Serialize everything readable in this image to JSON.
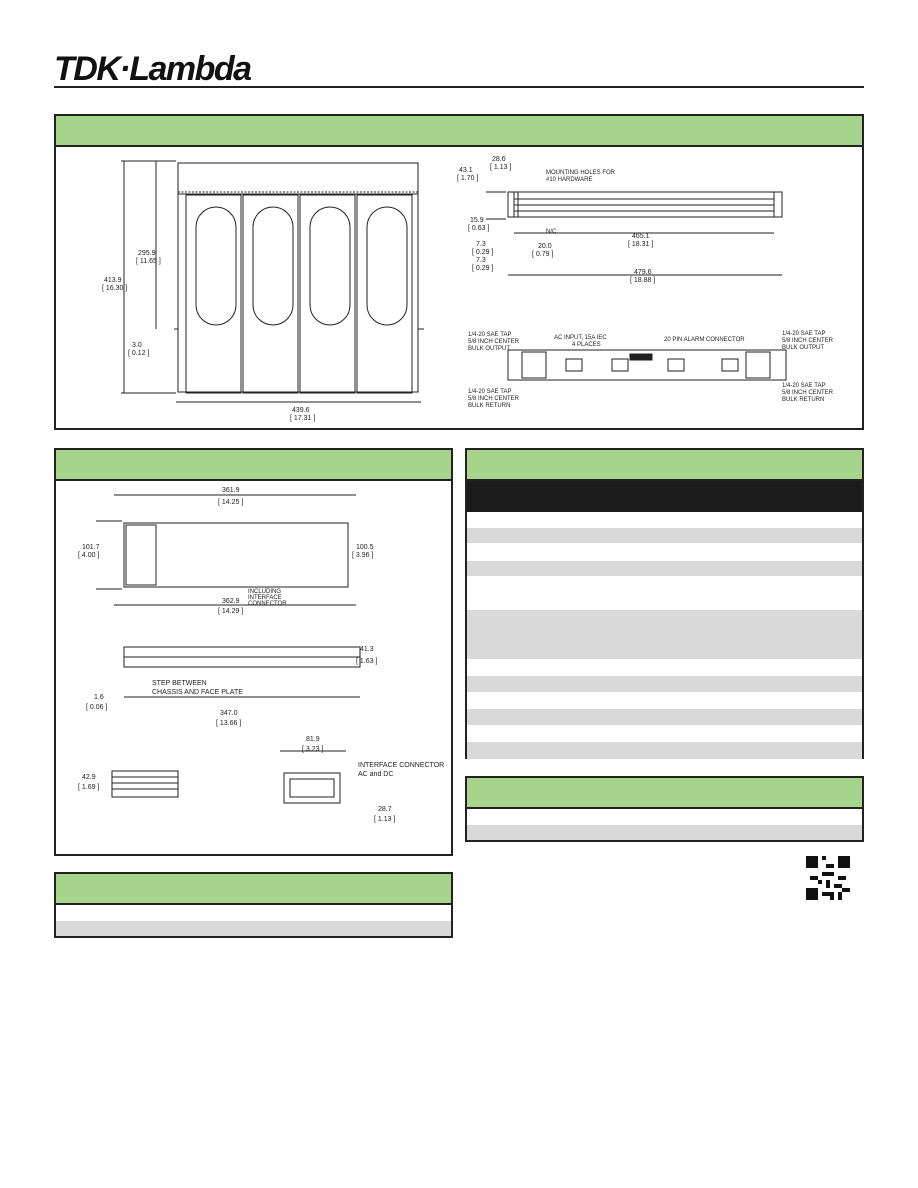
{
  "brand": {
    "logo": "TDK·Lambda"
  },
  "colors": {
    "header_green": "#a5d48a",
    "border": "#222222",
    "row_grey": "#d9d9d9"
  },
  "front_view": {
    "dims": {
      "h_total": "413.9",
      "h_total_in": "[ 16.30 ]",
      "h_inner": "295.9",
      "h_inner_in": "[ 11.65 ]",
      "step": "3.0",
      "step_in": "[ 0.12 ]",
      "width": "439.6",
      "width_in": "[ 17.31 ]"
    }
  },
  "side_view": {
    "dims": {
      "d1": "43.1",
      "d1_in": "[ 1.70 ]",
      "d2": "28.6",
      "d2_in": "[ 1.13 ]",
      "d3": "15.9",
      "d3_in": "[ 0.63 ]",
      "d4": "7.3",
      "d4_in": "[ 0.29 ]",
      "d5": "7.3",
      "d5_in": "[ 0.29 ]",
      "d6": "20.0",
      "d6_in": "[ 0.79 ]",
      "d7": "465.1",
      "d7_in": "[ 18.31 ]",
      "d8": "479.6",
      "d8_in": "[ 18.88 ]"
    },
    "labels": {
      "mounting": "MOUNTING HOLES FOR",
      "mounting2": "#10 HARDWARE",
      "nc": "N/C"
    }
  },
  "rear_view": {
    "labels": {
      "ac_input": "AC INPUT, 15A IEC",
      "ac_input2": "4 PLACES",
      "alarm": "20 PIN ALARM CONNECTOR",
      "tap_out_l1": "1/4-20 SAE TAP",
      "tap_out_l2": "5/8 INCH CENTER",
      "tap_out_l3": "BULK OUTPUT",
      "tap_ret_l1": "1/4-20 SAE TAP",
      "tap_ret_l2": "5/8 INCH CENTER",
      "tap_ret_l3": "BULK RETURN",
      "tap_out_r1": "1/4-20 SAE TAP",
      "tap_out_r2": "5/8 INCH CENTER",
      "tap_out_r3": "BULK OUTPUT",
      "tap_ret_r1": "1/4-20 SAE TAP",
      "tap_ret_r2": "5/8 INCH CENTER",
      "tap_ret_r3": "BULK RETURN"
    }
  },
  "module_view": {
    "dims": {
      "w1": "361.9",
      "w1_in": "[ 14.25 ]",
      "h1": "101.7",
      "h1_in": "[ 4.00 ]",
      "h2": "100.5",
      "h2_in": "[ 3.96 ]",
      "w2": "362.9",
      "w2_in": "[ 14.29 ]",
      "incl1": "INCLUDING",
      "incl2": "INTERFACE",
      "incl3": "CONNECTOR",
      "s1": "41.3",
      "s1_in": "[ 1.63 ]",
      "step_lbl1": "STEP BETWEEN",
      "step_lbl2": "CHASSIS AND FACE PLATE",
      "s2": "1.6",
      "s2_in": "[ 0.06 ]",
      "s3": "347.0",
      "s3_in": "[ 13.66 ]",
      "f1": "42.9",
      "f1_in": "[ 1.69 ]",
      "c1": "81.9",
      "c1_in": "[ 3.23 ]",
      "conn1": "INTERFACE CONNECTOR",
      "conn2": "AC and DC",
      "c2": "28.7",
      "c2_in": "[ 1.13 ]"
    }
  }
}
